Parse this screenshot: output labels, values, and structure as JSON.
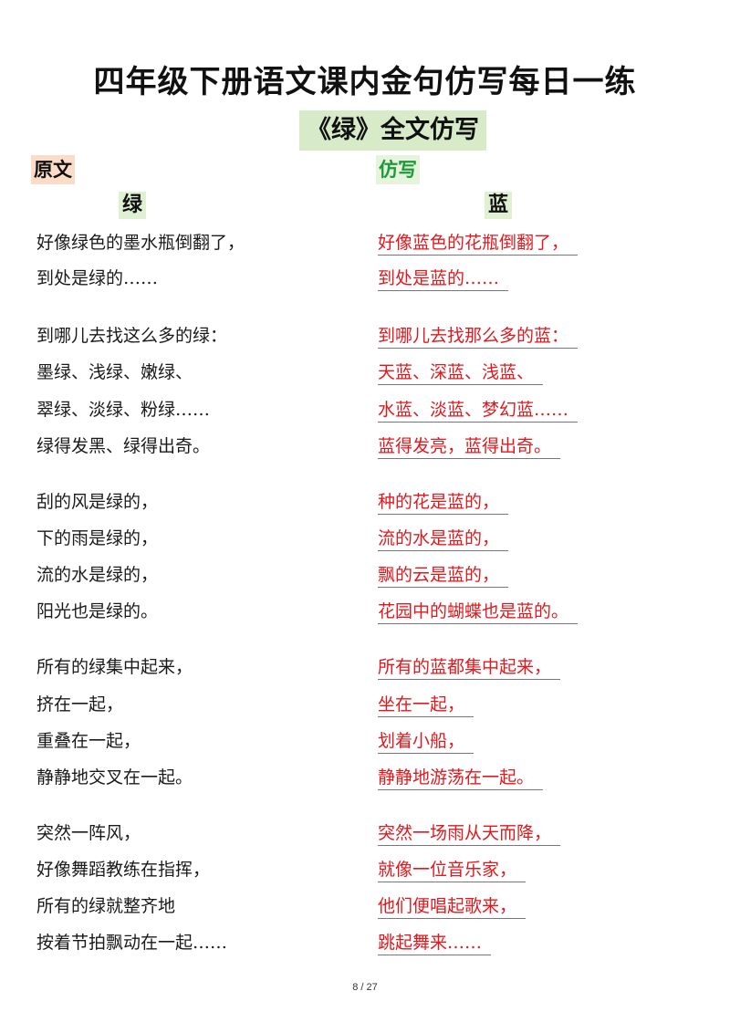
{
  "title": "四年级下册语文课内金句仿写每日一练",
  "subtitle": "《绿》全文仿写",
  "labels": {
    "original": "原文",
    "imitation": "仿写"
  },
  "poem_titles": {
    "original": "绿",
    "imitation": "蓝"
  },
  "original_lines": [
    "好像绿色的墨水瓶倒翻了，",
    "到处是绿的……",
    "到哪儿去找这么多的绿：",
    "墨绿、浅绿、嫩绿、",
    "翠绿、淡绿、粉绿……",
    "绿得发黑、绿得出奇。",
    "刮的风是绿的，",
    "下的雨是绿的，",
    "流的水是绿的，",
    "阳光也是绿的。",
    "所有的绿集中起来，",
    "挤在一起，",
    "重叠在一起，",
    "静静地交叉在一起。",
    "突然一阵风，",
    "好像舞蹈教练在指挥，",
    "所有的绿就整齐地",
    "按着节拍飘动在一起……"
  ],
  "imitation_lines": [
    "好像蓝色的花瓶倒翻了，",
    "到处是蓝的……",
    "到哪儿去找那么多的蓝：",
    "天蓝、深蓝、浅蓝、",
    "水蓝、淡蓝、梦幻蓝……",
    "蓝得发亮，蓝得出奇。",
    "种的花是蓝的，",
    "流的水是蓝的，",
    "飘的云是蓝的，",
    "花园中的蝴蝶也是蓝的。",
    "所有的蓝都集中起来，",
    "坐在一起，",
    "划着小船，",
    "静静地游荡在一起。",
    "突然一场雨从天而降，",
    "就像一位音乐家，",
    "他们便唱起歌来，",
    "跳起舞来……"
  ],
  "footer": {
    "page": "8 / 27"
  }
}
